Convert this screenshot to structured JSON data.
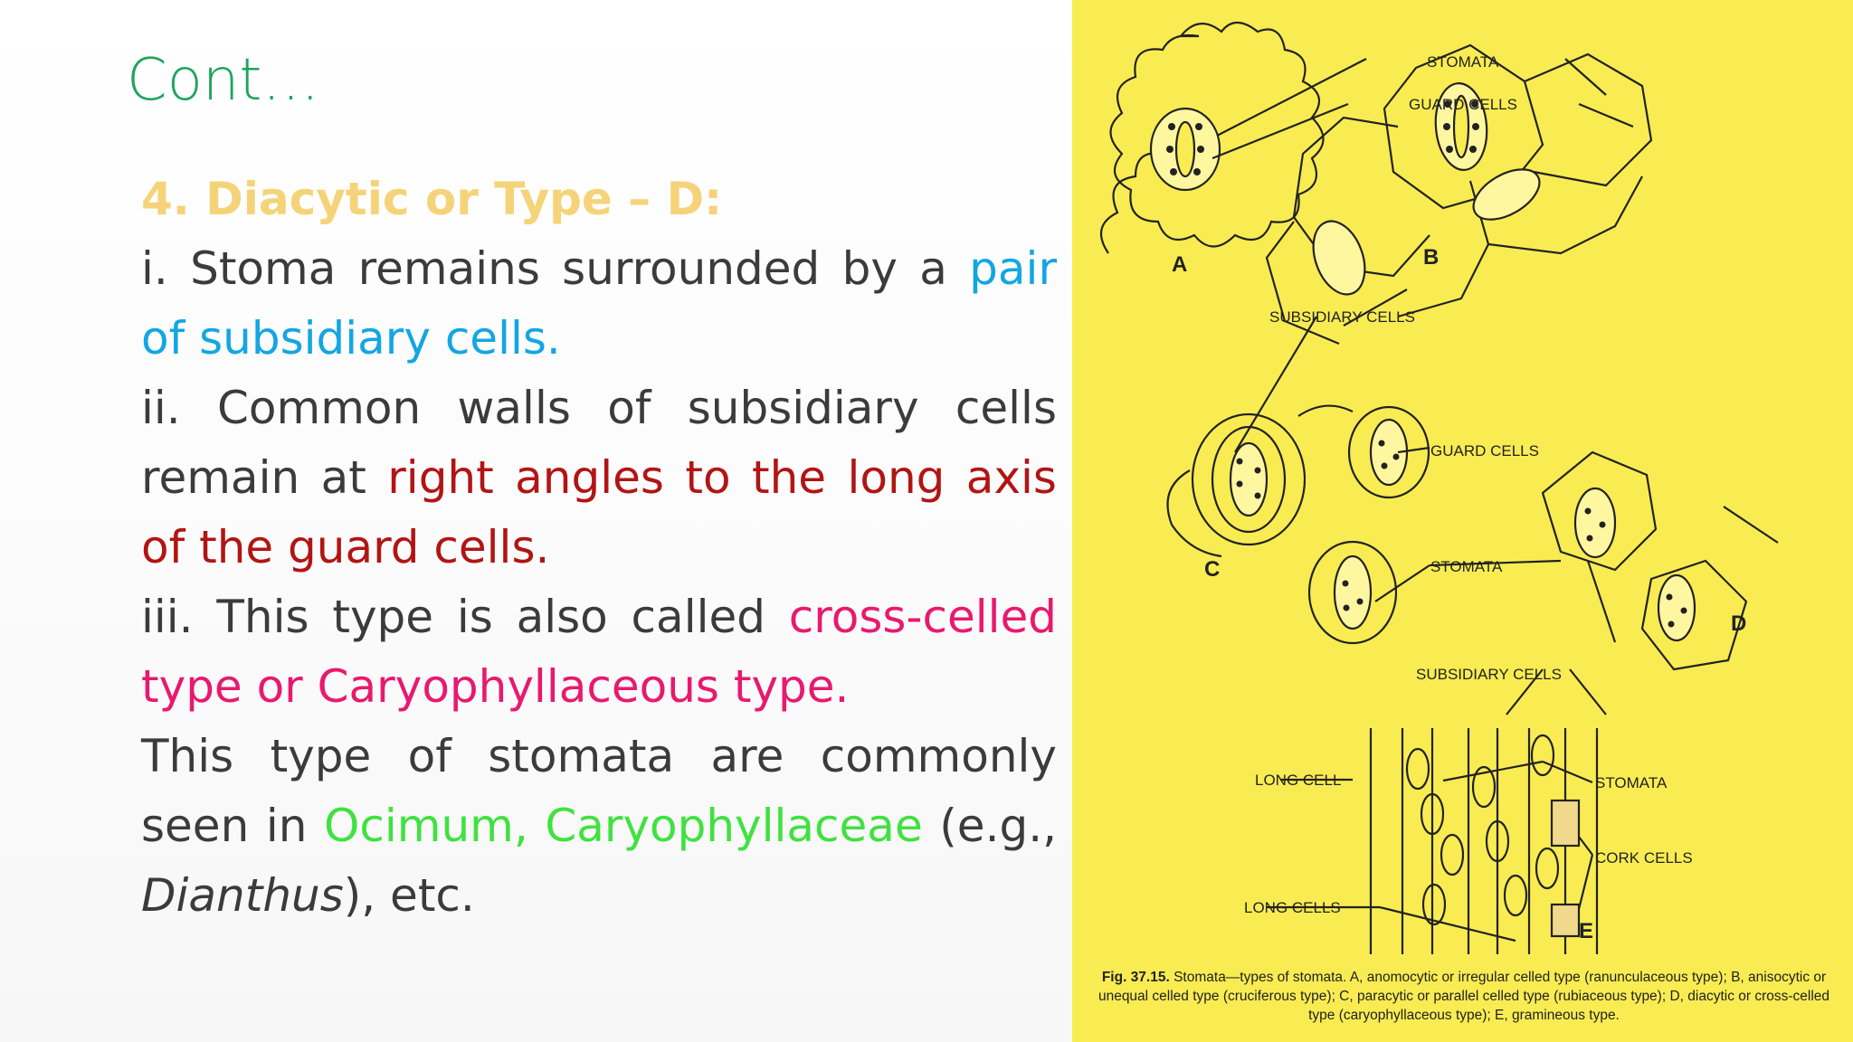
{
  "title": "Cont…",
  "heading": "4. Diacytic or Type – D:",
  "points": {
    "p1_a": "i. Stoma remains surrounded by a ",
    "p1_b": "pair of subsidiary cells.",
    "p2_a": "ii. Common walls of subsidiary cells remain at ",
    "p2_b": "right angles to the long axis of the guard cells.",
    "p3_a": "iii. This type is also called ",
    "p3_b": "cross-celled type or Caryophyllaceous type.",
    "p4_a": "This type of stomata are commonly seen in ",
    "p4_b": "Ocimum, Caryophyllaceae",
    "p4_c": " (e.g., ",
    "p4_d": "Dianthus",
    "p4_e": "), etc."
  },
  "figure": {
    "labels": {
      "stomata": "STOMATA",
      "guard_cells": "GUARD CELLS",
      "subsidiary_cells_upper": "SUBSIDIARY  CELLS",
      "guard_cells_2": "GUARD CELLS",
      "stomata_2": "STOMATA",
      "subsidiary_cells_lower": "SUBSIDIARY CELLS",
      "long_cell": "LONG CELL",
      "long_cells": "LONG CELLS",
      "stomata_3": "STOMATA",
      "cork_cells": "CORK CELLS"
    },
    "letters": {
      "a": "A",
      "b": "B",
      "c": "C",
      "d": "D",
      "e": "E"
    },
    "caption": {
      "fig_no": "Fig. 37.15.",
      "text": " Stomata—types of stomata. A, anomocytic or irregular celled type (ranunculaceous type); B, anisocytic or unequal celled type (cruciferous type); C, paracytic or parallel celled type (rubiaceous type); D, diacytic or cross-celled type (caryophyllaceous type); E, gramineous type."
    }
  },
  "colors": {
    "title": "#1fa55e",
    "heading": "#f5d378",
    "blue": "#13a6e2",
    "red": "#b21414",
    "pink": "#e8196e",
    "green": "#3fe23f",
    "panel": "#f9ec52"
  }
}
